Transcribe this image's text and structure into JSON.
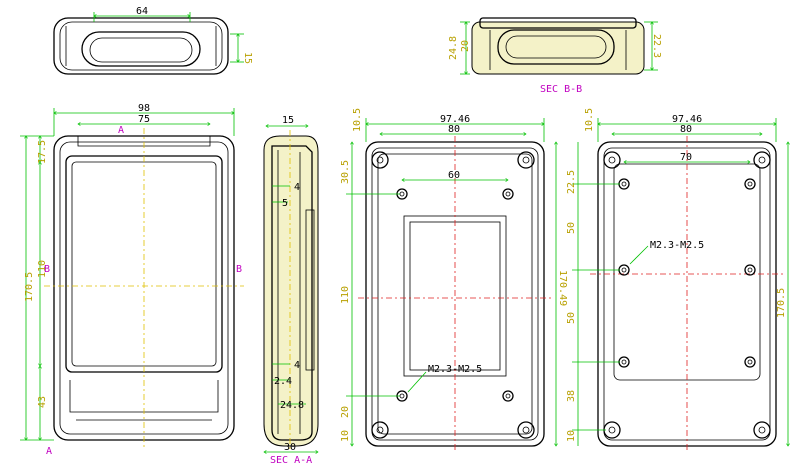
{
  "top_view": {
    "d64": "64",
    "d15": "15"
  },
  "sec_bb": {
    "d24_8": "24.8",
    "d20": "20",
    "d22_3": "22.3",
    "label": "SEC B-B"
  },
  "front_view": {
    "d98": "98",
    "d75": "75",
    "a_top": "A",
    "a_bottom": "A",
    "d17_5": "17.5",
    "d170_5": "170.5",
    "d110": "110",
    "d43": "43",
    "b_left": "B",
    "b_right": "B"
  },
  "sec_aa": {
    "d15": "15",
    "d4a": "4",
    "d5": "5",
    "d4b": "4",
    "d2_4": "2.4",
    "d24_8": "24.8",
    "d30": "30",
    "label": "SEC A-A"
  },
  "inner_view": {
    "d10_5": "10.5",
    "d97_46": "97.46",
    "d80": "80",
    "d60": "60",
    "d30_5": "30.5",
    "d110": "110",
    "d20": "20",
    "d10": "10",
    "d170_49": "170.49",
    "screw_label": "M2.3-M2.5"
  },
  "back_view": {
    "d10_5": "10.5",
    "d97_46": "97.46",
    "d80": "80",
    "d70": "70",
    "d22_5": "22.5",
    "d50a": "50",
    "d50b": "50",
    "d38": "38",
    "d10": "10",
    "d170_5": "170.5",
    "screw_label": "M2.3-M2.5"
  }
}
